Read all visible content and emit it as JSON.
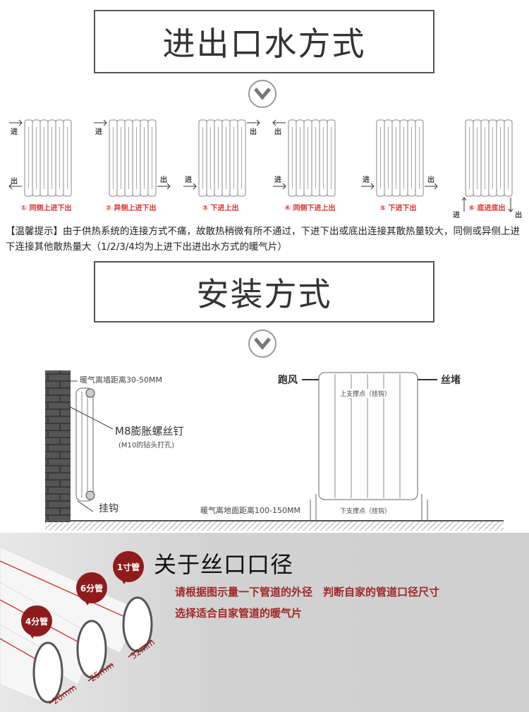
{
  "section1": {
    "title": "进出口水方式",
    "connections": [
      {
        "label": "① 同侧上进下出",
        "top_text": "进",
        "bottom_text": "出"
      },
      {
        "label": "② 异侧上进下出",
        "top_text": "进",
        "bottom_text": "出"
      },
      {
        "label": "③ 下进上出",
        "top_text": "出",
        "bottom_text": "进"
      },
      {
        "label": "④ 同侧下进上出",
        "top_text": "出",
        "bottom_text": "进"
      },
      {
        "label": "⑤ 下进下出",
        "top_text": "进",
        "bottom_text": "出"
      },
      {
        "label": "⑥ 底进底出",
        "top_text": "进",
        "bottom_text": "出"
      }
    ],
    "tip": "【温馨提示】由于供热系统的连接方式不痛，故散热稍微有所不通过，下进下出或底出连接其散热量较大，同侧或异侧上进下连接其他散热量大（1/2/3/4均为上进下出进出水方式的暖气片）"
  },
  "section2": {
    "title": "安装方式",
    "wall_distance": "暖气离墙距离30-50MM",
    "screw": "M8膨胀螺丝钉",
    "screw_note": "(M10的钻头打孔)",
    "hook": "挂钩",
    "vent": "跑风",
    "plug": "丝堵",
    "upper_support": "上支撑点（挂钩）",
    "lower_support": "下支撑点（挂钩）",
    "floor_distance": "暖气离地面距离100-150MM"
  },
  "section3": {
    "title": "关于丝口口径",
    "line1": "请根据图示量一下管道的外径　判断自家的管道口径尺寸",
    "line2": "选择适合自家管道的暖气片",
    "pipes": [
      {
        "badge": "1寸管",
        "size": "32mm"
      },
      {
        "badge": "6分管",
        "size": "25mm"
      },
      {
        "badge": "4分管",
        "size": "20mm"
      }
    ],
    "accent": "#8e1c1c"
  }
}
